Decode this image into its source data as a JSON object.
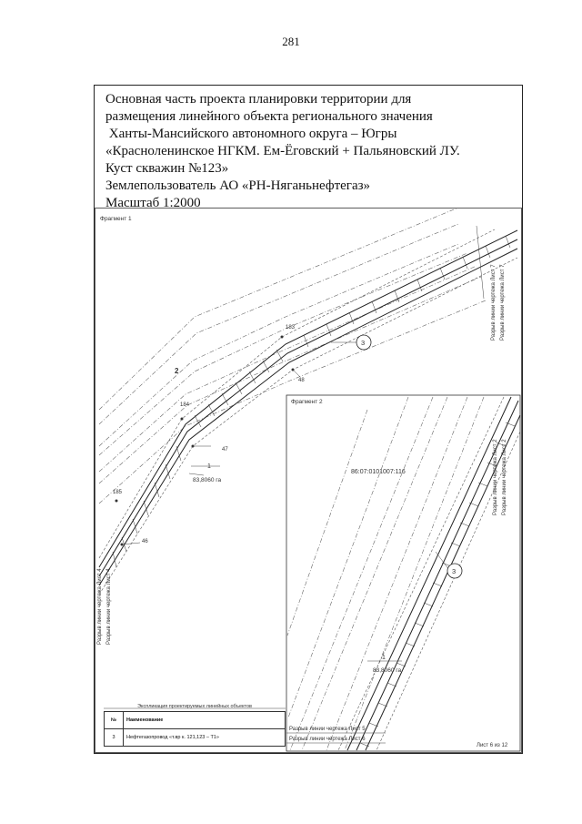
{
  "page_number": "281",
  "title_lines": [
    "Основная часть проекта планировки территории для",
    "размещения линейного объекта регионального значения",
    " Ханты-Мансийского автономного округа – Югры",
    "«Красноленинское НГКМ. Ем-Ёговский + Пальяновский ЛУ.",
    "Куст скважин №123»",
    "Землепользователь АО «РН-Няганьнефтегаз»",
    "Масштаб 1:2000"
  ],
  "fragment1": {
    "title": "Фрагмент 1",
    "point_labels": [
      "2",
      "183",
      "48",
      "184",
      "47",
      "185",
      "46"
    ],
    "object_marker": "3",
    "area": {
      "number": "1",
      "value": "83,8060 га"
    },
    "break_line_right": [
      "Разрыв линии чертежа Лист 7",
      "Разрыв линии чертежа Лист 7"
    ],
    "break_line_left": [
      "Разрыв линии чертежа Лист 4",
      "Разрыв линии чертежа Лист 4"
    ]
  },
  "fragment2": {
    "title": "Фрагмент 2",
    "cadastral_number": "86:07:0101007:116",
    "object_marker": "3",
    "area": {
      "number": "1",
      "value": "83,8060 га"
    },
    "break_line_right": [
      "Разрыв линии чертежа Лист 2",
      "Разрыв линии чертежа Лист 2"
    ],
    "break_line_bottom": [
      "Разрыв линии чертежа Лист 5",
      "Разрыв линии чертежа Лист 6"
    ]
  },
  "explication": {
    "caption": "Экспликация проектируемых линейных объектов",
    "headers": [
      "№",
      "Наименование"
    ],
    "rows": [
      {
        "num": "3",
        "name": "Нефтегазопровод «т.вр к. 121,123 – Т1»"
      }
    ]
  },
  "sheet_label": "Лист 6 из 12"
}
